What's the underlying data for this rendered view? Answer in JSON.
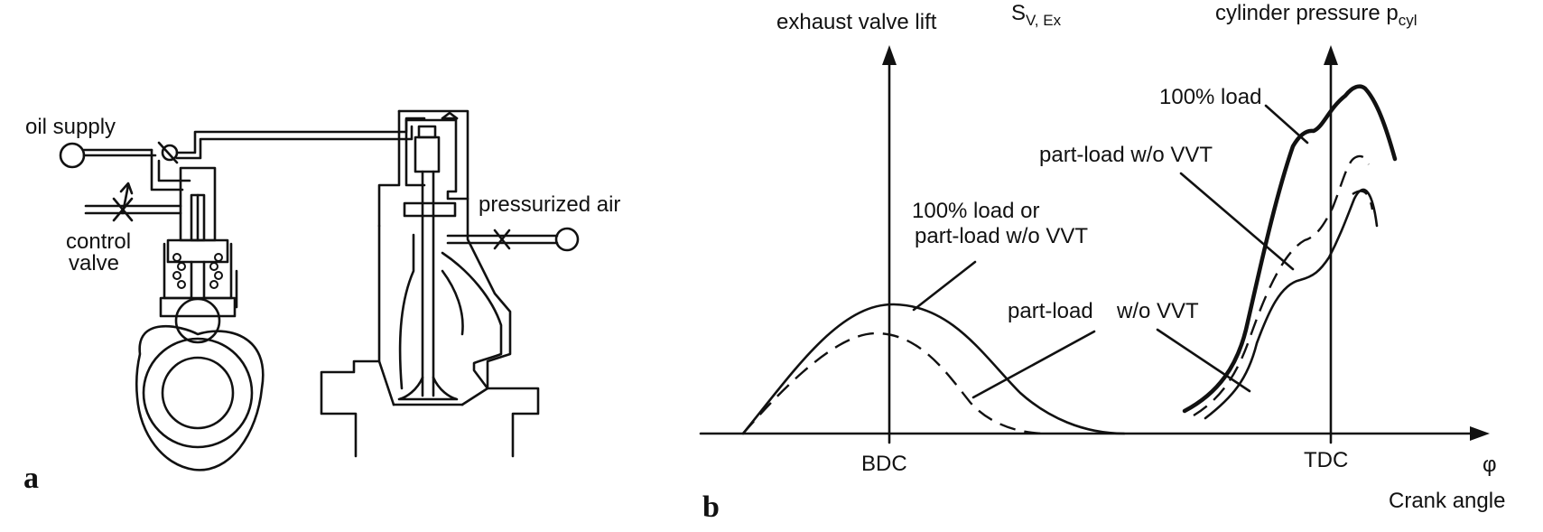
{
  "panel_a": {
    "panel_label": "a",
    "labels": {
      "oil_supply": "oil supply",
      "control_valve_line1": "control",
      "control_valve_line2": "valve",
      "pressurized_air": "pressurized air"
    }
  },
  "panel_b": {
    "panel_label": "b",
    "axis_labels": {
      "exhaust_valve_lift": "exhaust valve lift",
      "s_main": "S",
      "s_sub": "V, Ex",
      "cylinder_pressure_main": "cylinder pressure p",
      "cylinder_pressure_sub": "cyl",
      "bdc": "BDC",
      "tdc": "TDC",
      "phi": "φ",
      "crank_angle": "Crank angle"
    },
    "annotations": {
      "full_load_pressure": "100% load",
      "partload_wo_vvt_pressure": "part-load w/o VVT",
      "lift_full_line1": "100% load or",
      "lift_full_line2": "part-load w/o VVT",
      "partload_left": "part-load",
      "partload_right": "w/o VVT"
    }
  }
}
